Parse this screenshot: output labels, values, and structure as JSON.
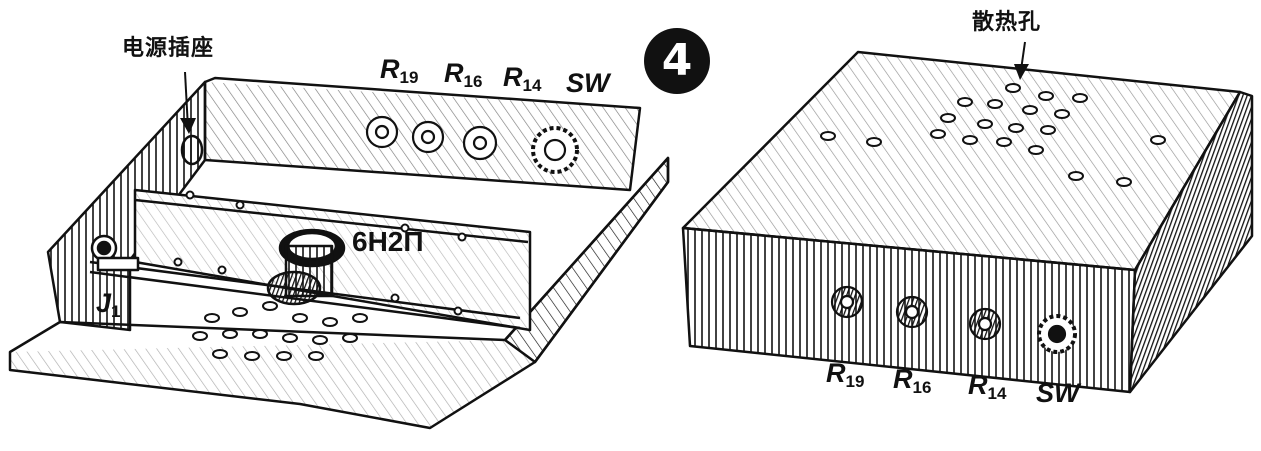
{
  "figure": {
    "number": "4",
    "open_chassis": {
      "power_socket_label": "电源插座",
      "tube_label": "6H2Π",
      "jack_label": {
        "main": "J",
        "sub": "1"
      },
      "controls": [
        {
          "main": "R",
          "sub": "19"
        },
        {
          "main": "R",
          "sub": "16"
        },
        {
          "main": "R",
          "sub": "14"
        },
        {
          "main": "SW",
          "sub": ""
        }
      ]
    },
    "closed_chassis": {
      "vent_holes_label": "散热孔",
      "controls": [
        {
          "main": "R",
          "sub": "19"
        },
        {
          "main": "R",
          "sub": "16"
        },
        {
          "main": "R",
          "sub": "14"
        },
        {
          "main": "SW",
          "sub": ""
        }
      ]
    }
  },
  "colors": {
    "ink": "#111111",
    "paper": "#ffffff"
  }
}
